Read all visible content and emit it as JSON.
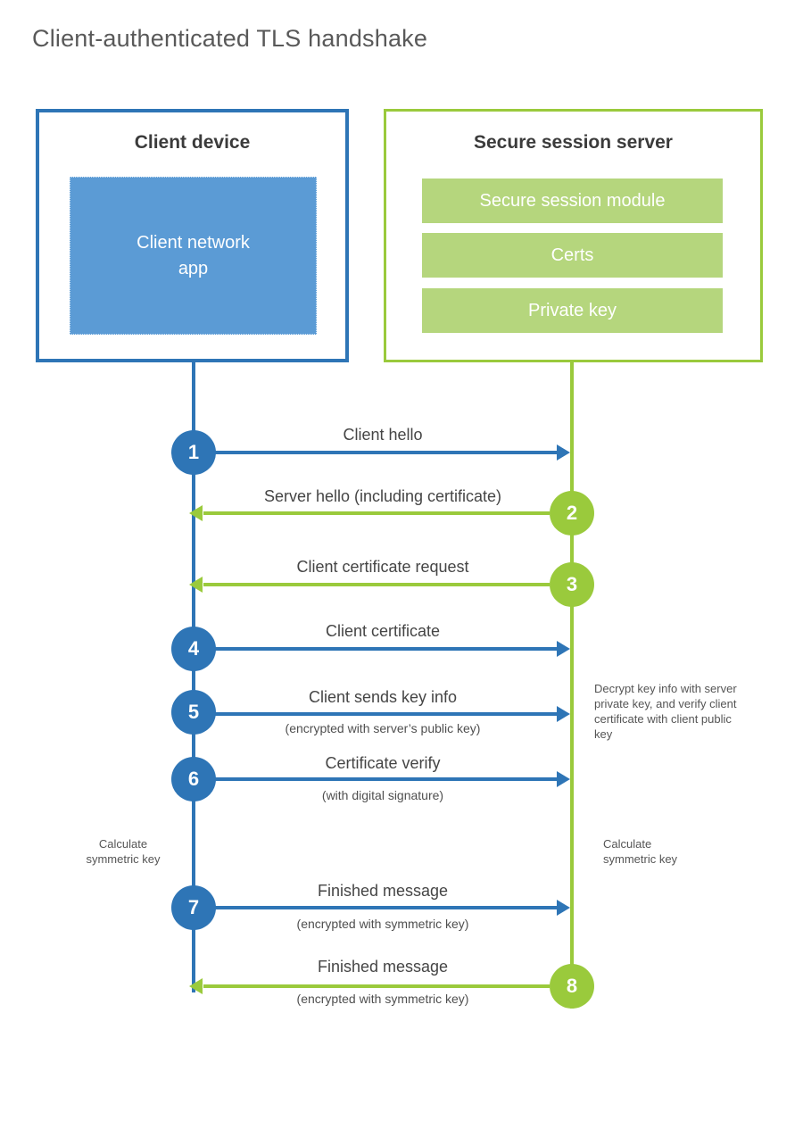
{
  "title": "Client-authenticated TLS handshake",
  "client": {
    "title": "Client device",
    "app_label": "Client network\napp"
  },
  "server": {
    "title": "Secure session server",
    "modules": [
      "Secure session module",
      "Certs",
      "Private key"
    ]
  },
  "messages": [
    {
      "num": "1",
      "label": "Client hello",
      "direction": "client-to-server"
    },
    {
      "num": "2",
      "label": "Server hello (including certificate)",
      "direction": "server-to-client"
    },
    {
      "num": "3",
      "label": "Client certificate request",
      "direction": "server-to-client"
    },
    {
      "num": "4",
      "label": "Client certificate",
      "direction": "client-to-server"
    },
    {
      "num": "5",
      "label": "Client sends key info",
      "sublabel": "(encrypted with server’s public key)",
      "direction": "client-to-server"
    },
    {
      "num": "6",
      "label": "Certificate verify",
      "sublabel": "(with digital signature)",
      "direction": "client-to-server"
    },
    {
      "num": "7",
      "label": "Finished message",
      "sublabel": "(encrypted with symmetric key)",
      "direction": "client-to-server"
    },
    {
      "num": "8",
      "label": "Finished message",
      "sublabel": "(encrypted with symmetric key)",
      "direction": "server-to-client"
    }
  ],
  "annotations": {
    "server_note": "Decrypt key info with server private key, and verify client certificate with client public key",
    "client_calc": "Calculate symmetric key",
    "server_calc": "Calculate symmetric key"
  },
  "colors": {
    "blue": "#2e75b6",
    "blue_fill": "#5b9bd5",
    "green": "#9aca3c",
    "green_fill": "#b5d67d"
  }
}
